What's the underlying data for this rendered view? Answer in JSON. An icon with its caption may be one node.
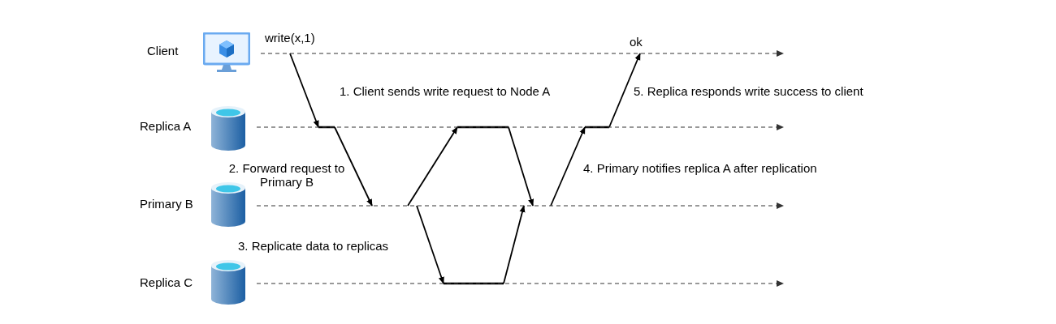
{
  "diagram": {
    "nodes": [
      {
        "text": [
          "Client"
        ]
      },
      {
        "text": [
          "Replica A"
        ]
      },
      {
        "text": [
          "Primary B"
        ]
      },
      {
        "text": [
          "Replica C"
        ]
      }
    ],
    "edges": [
      {
        "from": 0,
        "to": 1,
        "arrow": "to"
      },
      {
        "from": 1,
        "to": 2,
        "arrow": "to"
      },
      {
        "from": 2,
        "to": 1,
        "arrow": "to"
      },
      {
        "from": 1,
        "to": 2,
        "arrow": "to"
      },
      {
        "from": 2,
        "to": 3,
        "arrow": "to"
      },
      {
        "from": 3,
        "to": 2,
        "arrow": "to"
      },
      {
        "from": 2,
        "to": 1,
        "arrow": "to"
      },
      {
        "from": 1,
        "to": 0,
        "arrow": "to"
      }
    ],
    "labels": [
      "write(x,1)",
      "ok",
      "1. Client sends write request to Node A",
      "5. Replica responds write success to client",
      "2. Forward request to Primary B",
      "4. Primary notifies replica A after replication",
      "3. Replicate data to replicas"
    ]
  }
}
